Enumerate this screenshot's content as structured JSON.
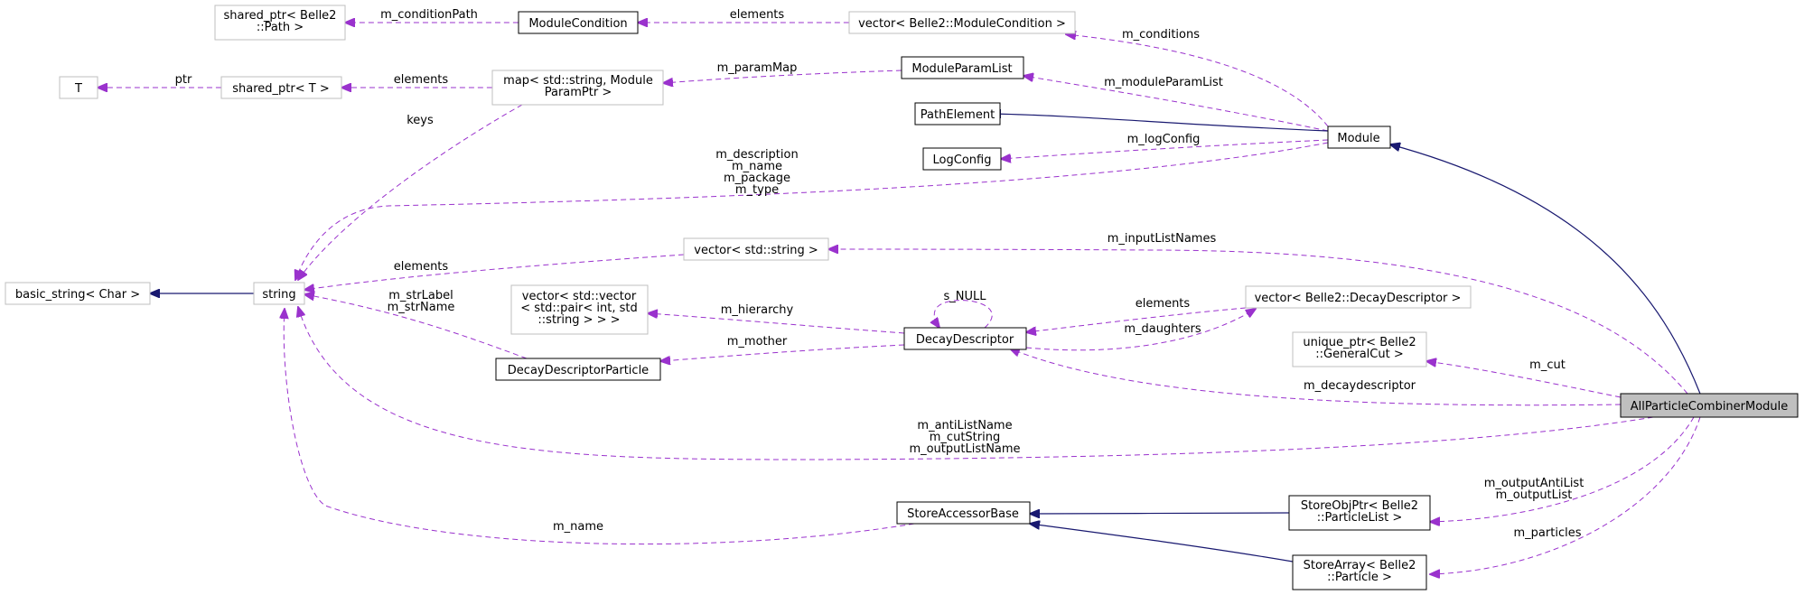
{
  "diagram": {
    "nodes": {
      "all_particle_combiner": [
        "AllParticleCombinerModule"
      ],
      "module": [
        "Module"
      ],
      "path_element": [
        "PathElement"
      ],
      "log_config": [
        "LogConfig"
      ],
      "module_param_list": [
        "ModuleParamList"
      ],
      "module_condition": [
        "ModuleCondition"
      ],
      "shared_ptr_path": [
        "shared_ptr< Belle2",
        "::Path >"
      ],
      "vector_module_condition": [
        "vector< Belle2::ModuleCondition >"
      ],
      "map_param": [
        "map< std::string, Module",
        "ParamPtr >"
      ],
      "shared_ptr_t": [
        "shared_ptr< T >"
      ],
      "t": [
        "T"
      ],
      "string": [
        "string"
      ],
      "basic_string": [
        "basic_string< Char >"
      ],
      "vector_string": [
        "vector< std::string >"
      ],
      "vector_pair": [
        "vector< std::vector",
        "< std::pair< int, std",
        "::string > > >"
      ],
      "decay_descriptor": [
        "DecayDescriptor"
      ],
      "vector_decay_descriptor": [
        "vector< Belle2::DecayDescriptor >"
      ],
      "decay_descriptor_particle": [
        "DecayDescriptorParticle"
      ],
      "unique_ptr_cut": [
        "unique_ptr< Belle2",
        "::GeneralCut >"
      ],
      "store_accessor_base": [
        "StoreAccessorBase"
      ],
      "store_obj_ptr": [
        "StoreObjPtr< Belle2",
        "::ParticleList >"
      ],
      "store_array": [
        "StoreArray< Belle2",
        "::Particle >"
      ]
    },
    "edge_labels": {
      "m_condition_path": [
        "m_conditionPath"
      ],
      "elements_conditions": [
        "elements"
      ],
      "m_conditions": [
        "m_conditions"
      ],
      "ptr": [
        "ptr"
      ],
      "elements_shared_ptr": [
        "elements"
      ],
      "m_param_map": [
        "m_paramMap"
      ],
      "m_module_param_list": [
        "m_moduleParamList"
      ],
      "keys": [
        "keys"
      ],
      "m_log_config": [
        "m_logConfig"
      ],
      "module_strings": [
        "m_description",
        "m_name",
        "m_package",
        "m_type"
      ],
      "m_input_list_names": [
        "m_inputListNames"
      ],
      "elements_string": [
        "elements"
      ],
      "decay_labels": [
        "m_strLabel",
        "m_strName"
      ],
      "m_hierarchy": [
        "m_hierarchy"
      ],
      "s_null": [
        "s_NULL"
      ],
      "elements_decay": [
        "elements"
      ],
      "m_daughters": [
        "m_daughters"
      ],
      "m_mother": [
        "m_mother"
      ],
      "m_cut": [
        "m_cut"
      ],
      "m_decaydescriptor": [
        "m_decaydescriptor"
      ],
      "list_strings": [
        "m_antiListName",
        "m_cutString",
        "m_outputListName"
      ],
      "m_name_store": [
        "m_name"
      ],
      "output_lists": [
        "m_outputAntiList",
        "m_outputList"
      ],
      "m_particles": [
        "m_particles"
      ]
    }
  }
}
